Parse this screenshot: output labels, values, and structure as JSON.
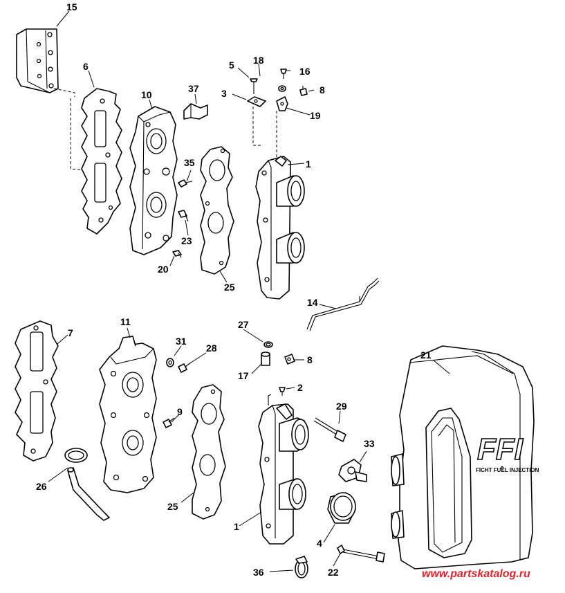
{
  "diagram": {
    "callouts": [
      "15",
      "6",
      "10",
      "37",
      "5",
      "18",
      "16",
      "3",
      "8",
      "19",
      "1",
      "35",
      "23",
      "20",
      "25",
      "14",
      "7",
      "11",
      "27",
      "31",
      "28",
      "17",
      "8",
      "2",
      "9",
      "29",
      "26",
      "25",
      "1",
      "33",
      "21",
      "4",
      "36",
      "22"
    ],
    "logo_text": "FFI",
    "logo_subtext": "FICHT FUEL INJECTION",
    "watermark": "www.partskatalog.ru"
  }
}
